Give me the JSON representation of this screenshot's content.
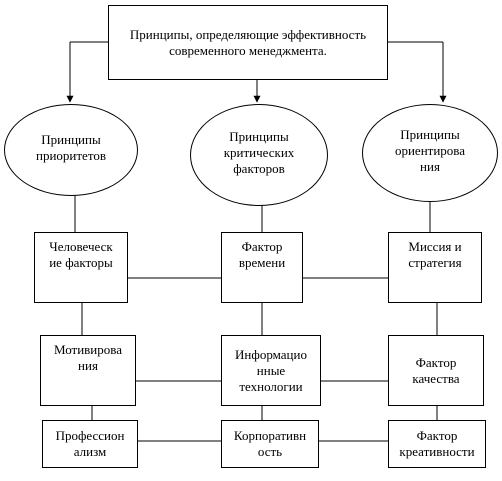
{
  "root": {
    "text": "Принципы, определяющие эффективность\nсовременного менеджмента."
  },
  "categories": [
    {
      "text": "Принципы\nприоритетов"
    },
    {
      "text": "Принципы\nкритических\nфакторов"
    },
    {
      "text": "Принципы\nориентирова\nния"
    }
  ],
  "factors": [
    [
      "Человеческ\nие факторы",
      "Фактор\nвремени",
      "Миссия и\nстратегия"
    ],
    [
      "Мотивирова\nния",
      "Информацио\nнные\nтехнологии",
      "Фактор\nкачества"
    ],
    [
      "Профессион\nализм",
      "Корпоративн\nость",
      "Фактор\nкреативности"
    ]
  ],
  "colors": {
    "line": "#000000",
    "background": "#ffffff"
  }
}
